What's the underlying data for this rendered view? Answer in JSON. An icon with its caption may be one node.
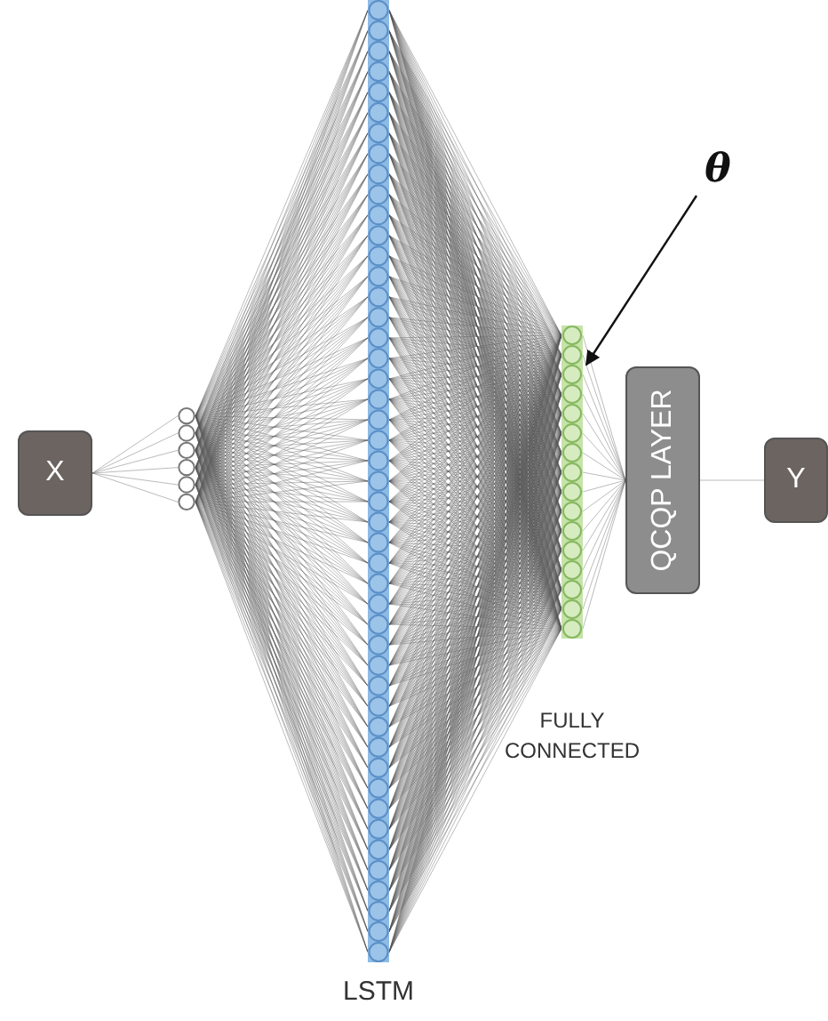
{
  "diagram": {
    "nodes": [
      {
        "text": [
          "X"
        ]
      },
      {
        "text": [],
        "shape": "bar"
      },
      {
        "text": [
          "LSTM"
        ]
      },
      {
        "text": [],
        "shape": "bar",
        "beside": [
          "FULLY CONNECTED"
        ]
      },
      {
        "text": [
          "QCQP LAYER"
        ]
      },
      {
        "text": [
          "Y"
        ]
      },
      {
        "text": [
          "θ"
        ]
      }
    ],
    "edges": [
      {
        "from": 0,
        "to": 1,
        "arrow": "none"
      },
      {
        "from": 1,
        "to": 2,
        "arrow": "none"
      },
      {
        "from": 2,
        "to": 3,
        "arrow": "none"
      },
      {
        "from": 3,
        "to": 4,
        "arrow": "none"
      },
      {
        "from": 4,
        "to": 5,
        "arrow": "none"
      },
      {
        "from": 6,
        "to": 3,
        "arrow": "to"
      }
    ]
  }
}
